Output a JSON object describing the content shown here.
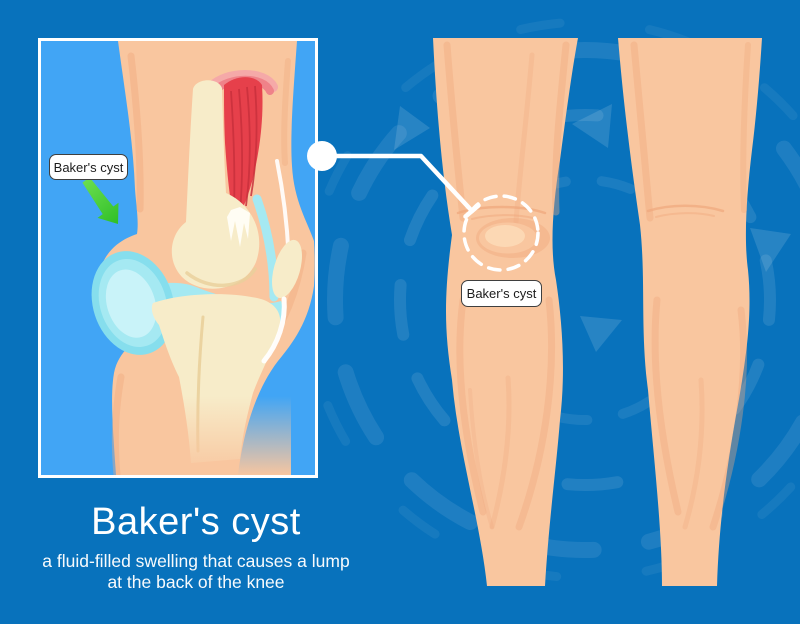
{
  "caption": {
    "title": "Baker's cyst",
    "subtitle_line1": "a fluid-filled swelling that causes a lump",
    "subtitle_line2": "at the back of the knee"
  },
  "inset": {
    "label": "Baker's cyst"
  },
  "legs": {
    "label": "Baker's cyst"
  },
  "colors": {
    "background": "#0872BC",
    "inset_background": "#41A5F5",
    "watermark": "#FFFFFF",
    "skin": "#F9C69F",
    "skin_shadow": "#EFA87E",
    "skin_highlight": "#FCD8B4",
    "bone": "#F7ECC9",
    "bone_shadow": "#E9D09B",
    "muscle": "#E6404B",
    "muscle_dark": "#C8303C",
    "muscle_pink_light": "#F5A9A8",
    "muscle_pink_mid": "#EF8289",
    "fluid": "#A5E9F2",
    "fluid_deep": "#86DEED",
    "fluid_light": "#C9F3F9",
    "tendon": "#FFFFFF",
    "arrow_green": "#2FBF27",
    "arrow_green_light": "#6FE052",
    "label_border": "#3F3F3F",
    "label_text": "#1C1C1C",
    "text": "#FFFFFF"
  }
}
